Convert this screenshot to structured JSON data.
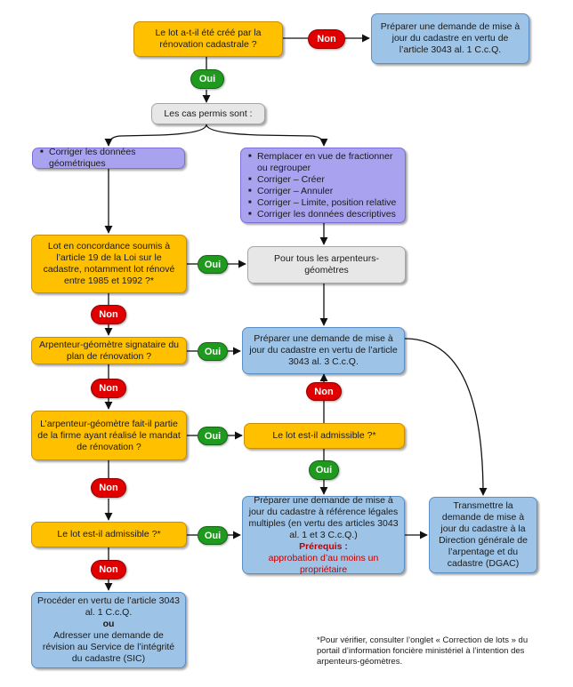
{
  "diagram": {
    "q_created": "Le lot a-t-il été créé par la rénovation cadastrale ?",
    "act_prepare_3043_1": "Préparer une demande de mise à jour du cadastre  en vertu de l’article 3043 al. 1 C.c.Q.",
    "cases_label": "Les cas  permis sont :",
    "case_left": "Corriger les données géométriques",
    "case_right": [
      "Remplacer en vue de fractionner ou regrouper",
      "Corriger – Créer",
      "Corriger – Annuler",
      "Corriger – Limite, position relative",
      "Corriger les données descriptives"
    ],
    "q_concordance": "Lot en concordance soumis à l’article 19 de la Loi sur le cadastre, notamment lot rénové entre 1985 et 1992 ?*",
    "all_surveyors": "Pour tous les arpenteurs-géomètres",
    "q_signatory": "Arpenteur-géomètre signataire du plan de rénovation ?",
    "act_prepare_3043_3": "Préparer une demande de mise à jour du cadastre en vertu de l’article 3043 al. 3 C.c.Q.",
    "q_firm": "L’arpenteur-géomètre fait-il partie de la firme ayant réalisé le mandat de rénovation ?",
    "q_admissible_1": "Le lot est-il admissible ?*",
    "q_admissible_2": "Le lot est-il admissible ?*",
    "act_prepare_multi": "Préparer une demande de mise à jour du cadastre à référence légales multiples (en vertu des articles 3043 al. 1 et 3 C.c.Q.)",
    "prereq_title": "Prérequis :",
    "prereq_text": "approbation d’au moins un propriétaire",
    "act_transmit": "Transmettre la demande de mise à jour du cadastre à la Direction générale de l’arpentage et du cadastre (DGAC)",
    "act_proceed": "Procéder en vertu de l’article 3043 al. 1 C.c.Q.",
    "or_label": "ou",
    "act_revision": "Adresser une demande de révision au Service de l’intégrité du cadastre (SIC)",
    "yes": "Oui",
    "no": "Non"
  },
  "footnote": "*Pour vérifier, consulter l’onglet « Correction de lots » du portail d’information foncière ministériel à l’intention des arpenteurs-géomètres.",
  "colors": {
    "question": "#ffc000",
    "action": "#9dc3e6",
    "neutral": "#e7e7e7",
    "cases": "#a9a3ef",
    "yes": "#1f9a1f",
    "no": "#e00000",
    "prerequisite": "#c00000"
  }
}
